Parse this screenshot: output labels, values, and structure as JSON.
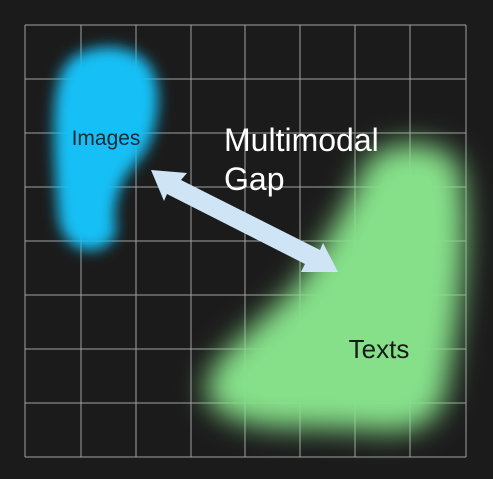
{
  "diagram": {
    "clusters": {
      "images": {
        "label": "Images",
        "color": "#18bff5"
      },
      "texts": {
        "label": "Texts",
        "color": "#86e08a"
      }
    },
    "gap": {
      "label_line1": "Multimodal",
      "label_line2": "Gap",
      "arrow_color": "#cfe5f5"
    },
    "colors": {
      "background": "#1b1b1b",
      "grid": "#b8b8b8"
    }
  }
}
